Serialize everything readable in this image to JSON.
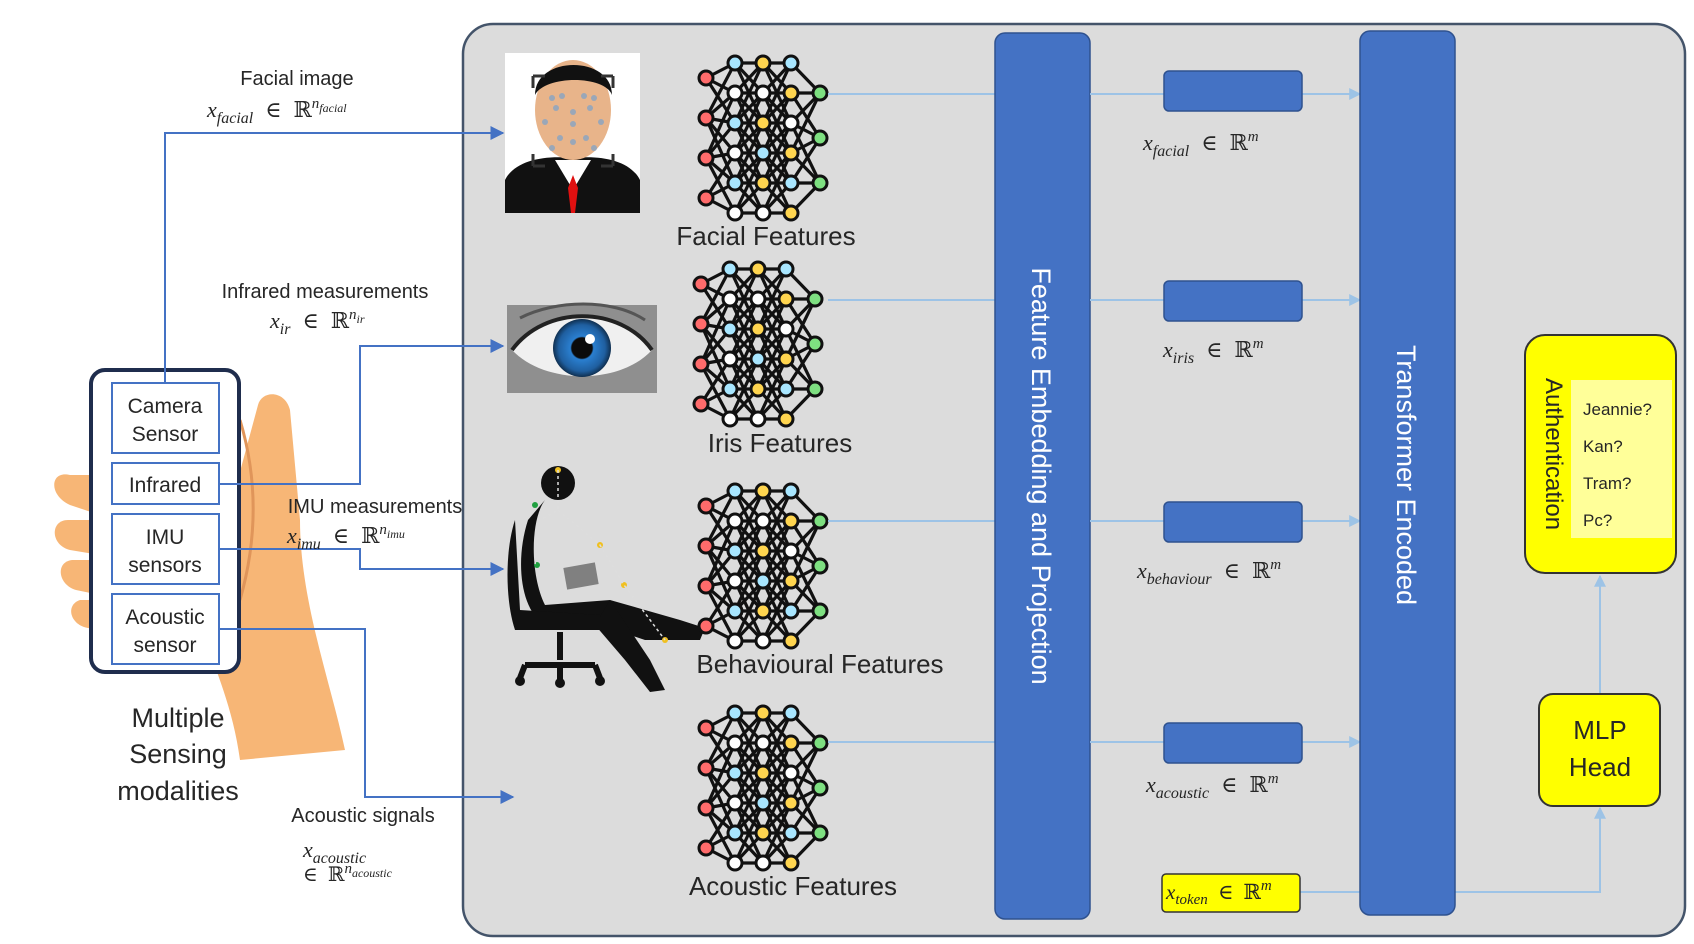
{
  "colors": {
    "panel_bg": "#dcdcdc",
    "panel_border": "#44546a",
    "blue_block": "#4472c4",
    "arrow_blue": "#4472c4",
    "arrow_light": "#9dc3e6",
    "yellow": "#ffff00",
    "yellow_light": "#ffff99",
    "hand": "#f7b676"
  },
  "phone": {
    "caption": [
      "Multiple",
      "Sensing",
      "modalities"
    ],
    "sensors": [
      {
        "lines": [
          "Camera",
          "Sensor"
        ]
      },
      {
        "lines": [
          "Infrared"
        ]
      },
      {
        "lines": [
          "IMU",
          "sensors"
        ]
      },
      {
        "lines": [
          "Acoustic",
          "sensor"
        ]
      }
    ]
  },
  "inputs": [
    {
      "title": "Facial image",
      "var": "x",
      "sub": "facial",
      "set": "ℝ",
      "sup": "n",
      "supsub": "facial"
    },
    {
      "title": "Infrared measurements",
      "var": "x",
      "sub": "ir",
      "set": "ℝ",
      "sup": "n",
      "supsub": "ir"
    },
    {
      "title": "IMU measurements",
      "var": "x",
      "sub": "imu",
      "set": "ℝ",
      "sup": "n",
      "supsub": "imu"
    },
    {
      "title": "Acoustic signals",
      "var": "x",
      "sub": "acoustic",
      "set": "ℝ",
      "sup": "n",
      "supsub": "acoustic"
    }
  ],
  "elem_symbol": "∈",
  "features": [
    {
      "label": "Facial Features",
      "icon": "face-scan-icon"
    },
    {
      "label": "Iris Features",
      "icon": "eye-icon"
    },
    {
      "label": "Behavioural Features",
      "icon": "seated-person-icon"
    },
    {
      "label": "Acoustic Features",
      "icon": "sound-wave-icon"
    }
  ],
  "embedding_block": "Feature Embedding and Projection",
  "transformer_block": "Transformer Encoded",
  "embeddings": [
    {
      "var": "x",
      "sub": "facial",
      "set": "ℝ",
      "sup": "m"
    },
    {
      "var": "x",
      "sub": "iris",
      "set": "ℝ",
      "sup": "m"
    },
    {
      "var": "x",
      "sub": "behaviour",
      "set": "ℝ",
      "sup": "m"
    },
    {
      "var": "x",
      "sub": "acoustic",
      "set": "ℝ",
      "sup": "m"
    }
  ],
  "token": {
    "var": "x",
    "sub": "token",
    "set": "ℝ",
    "sup": "m"
  },
  "mlp_head": [
    "MLP",
    "Head"
  ],
  "authentication": {
    "title": "Authentication",
    "candidates": [
      "Jeannie?",
      "Kan?",
      "Tram?",
      "Pc?"
    ]
  }
}
